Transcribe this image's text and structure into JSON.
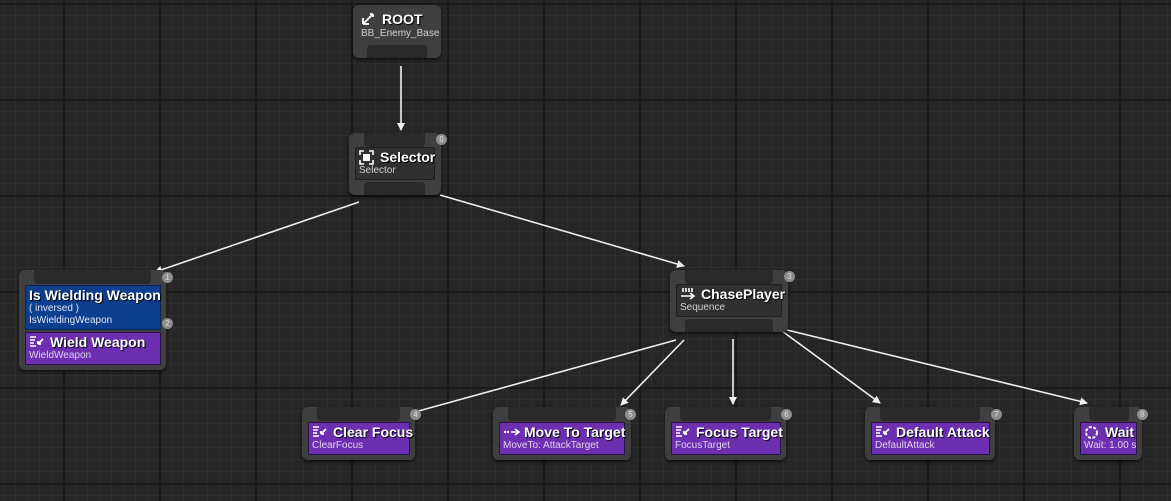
{
  "nodes": {
    "root": {
      "title": "ROOT",
      "subtitle": "BB_Enemy_Base",
      "icon": "root-icon"
    },
    "selector": {
      "title": "Selector",
      "subtitle": "Selector",
      "index": "0",
      "icon": "selector-icon"
    },
    "wield": {
      "index": "1",
      "decorator": {
        "title": "Is Wielding Weapon",
        "line1": "( inversed )",
        "line2": "IsWieldingWeapon",
        "index": "2"
      },
      "task": {
        "title": "Wield Weapon",
        "subtitle": "WieldWeapon",
        "icon": "task-icon"
      }
    },
    "chase": {
      "title": "ChasePlayer",
      "subtitle": "Sequence",
      "index": "3",
      "icon": "sequence-icon"
    },
    "tasks": [
      {
        "title": "Clear Focus",
        "subtitle": "ClearFocus",
        "index": "4",
        "icon": "task-icon"
      },
      {
        "title": "Move To Target",
        "subtitle": "MoveTo: AttackTarget",
        "index": "5",
        "icon": "move-to-icon"
      },
      {
        "title": "Focus Target",
        "subtitle": "FocusTarget",
        "index": "6",
        "icon": "task-icon"
      },
      {
        "title": "Default Attack",
        "subtitle": "DefaultAttack",
        "index": "7",
        "icon": "task-icon"
      },
      {
        "title": "Wait",
        "subtitle": "Wait: 1.00 s",
        "index": "8",
        "icon": "wait-icon"
      }
    ]
  },
  "colors": {
    "background": "#262626",
    "task": "#6c2fb0",
    "decorator": "#0d3f8e",
    "node": "#3f3f3f",
    "wire": "#ffffff"
  }
}
